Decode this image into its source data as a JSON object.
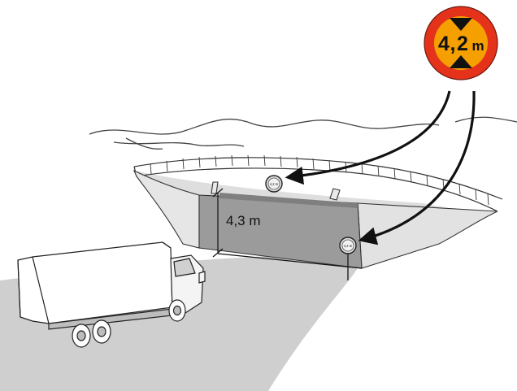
{
  "sign_main": {
    "text_left": "4",
    "text_sep": ",",
    "text_right": "2",
    "text_unit": "m",
    "ring_color": "#e4321b",
    "face_color": "#f5a000",
    "icon": "height-limit-sign-icon"
  },
  "sign_small_text": "4,2 m",
  "clearance_label": "4,3 m",
  "colors": {
    "ink": "#1a1a1a",
    "road": "#cdcdcd",
    "wall": "#9a9a9a"
  }
}
